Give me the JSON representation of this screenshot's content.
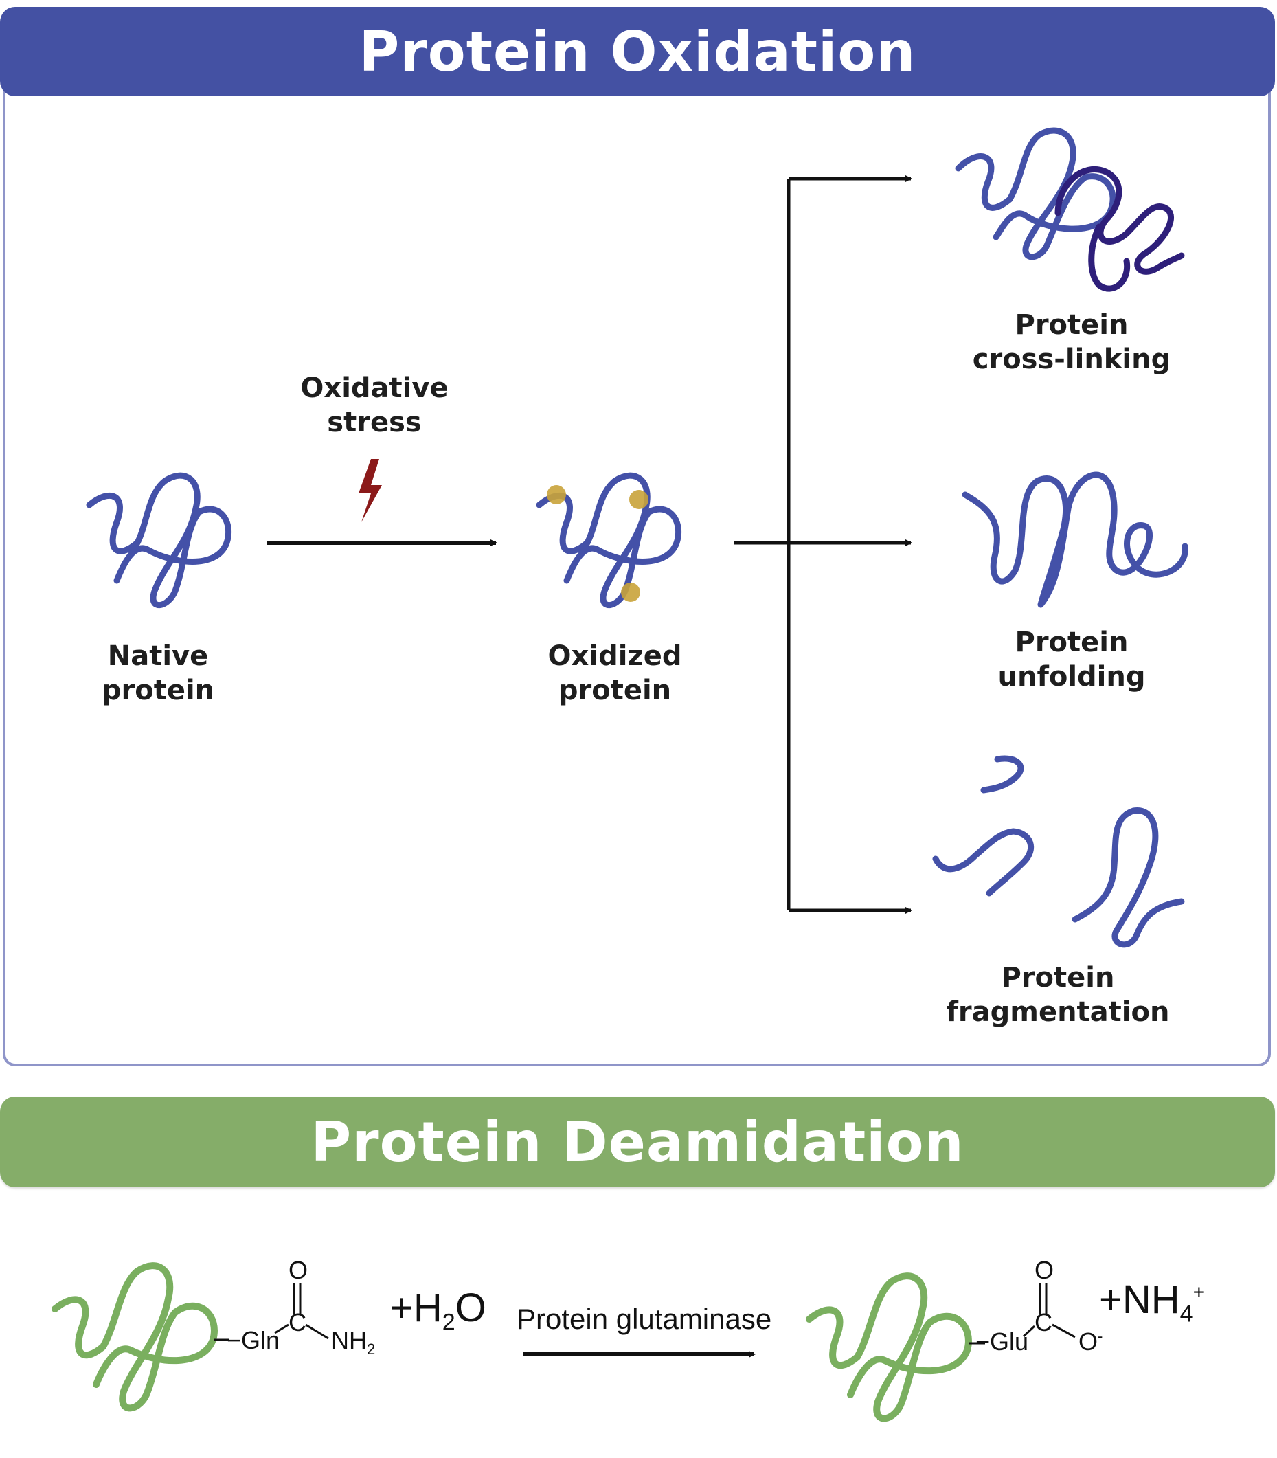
{
  "oxidation": {
    "title": "Protein Oxidation",
    "stimulus_line1": "Oxidative",
    "stimulus_line2": "stress",
    "native_line1": "Native",
    "native_line2": "protein",
    "oxidized_line1": "Oxidized",
    "oxidized_line2": "protein",
    "outcomes": [
      {
        "line1": "Protein",
        "line2": "cross-linking"
      },
      {
        "line1": "Protein",
        "line2": "unfolding"
      },
      {
        "line1": "Protein",
        "line2": "fragmentation"
      }
    ],
    "colors": {
      "bar": "#4451a3",
      "border": "#8f95c9",
      "protein": "#4451a8",
      "crosslink": "#2e1f7a",
      "oxidation_site": "#c9a33a",
      "bolt": "#8b1a1a"
    }
  },
  "deamidation": {
    "title": "Protein Deamidation",
    "reactant_residue": "−Gln",
    "reactant_carbon": "C",
    "reactant_oxygen": "O",
    "reactant_amine": "NH",
    "reactant_amine_sub": "2",
    "water_plus": "+H",
    "water_sub": "2",
    "water_o": "O",
    "enzyme": "Protein glutaminase",
    "product_residue": "−Glu",
    "product_carbon": "C",
    "product_oxygen": "O",
    "product_anion": "O",
    "product_anion_charge": "-",
    "ammonium": "+NH",
    "ammonium_sub": "4",
    "ammonium_charge": "+",
    "colors": {
      "bar": "#85ad69",
      "protein": "#7aaf5f"
    }
  }
}
